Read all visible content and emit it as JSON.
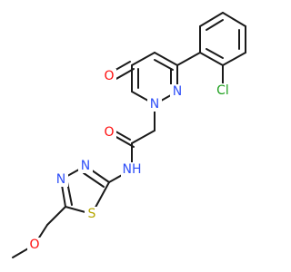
{
  "atom_colors": {
    "O": "#ff0d0d",
    "N": "#3050f8",
    "S": "#b5a600",
    "Cl": "#1fa01f"
  },
  "labels": {
    "ketone_oxygen": "O",
    "ring_n1": "N",
    "ring_n2": "N",
    "chlorine": "Cl",
    "amide_oxygen": "O",
    "amide_nh": "NH",
    "thiadiazole_n3": "N",
    "thiadiazole_n4": "N",
    "thiadiazole_s": "S",
    "ether_oxygen": "O"
  }
}
